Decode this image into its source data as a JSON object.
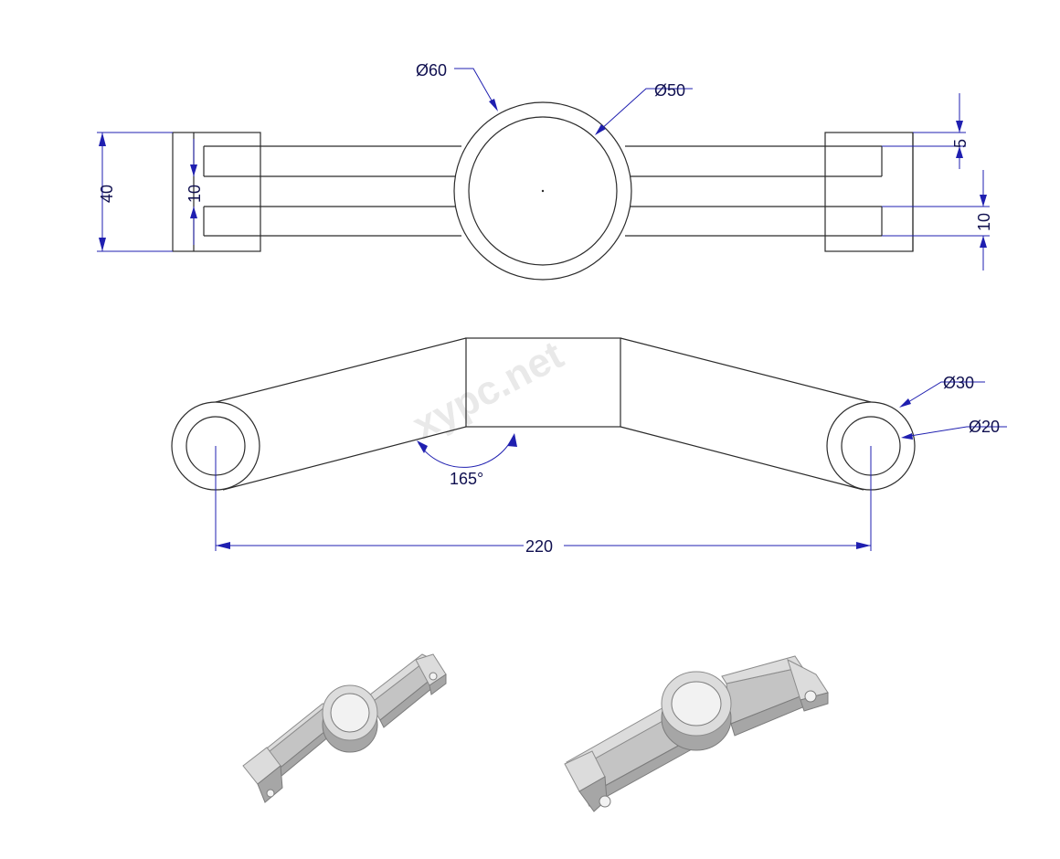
{
  "watermark": "xypc.net",
  "top_view": {
    "dims": {
      "outer_diameter": "Ø60",
      "inner_diameter": "Ø50",
      "overall_height": "40",
      "left_gap": "10",
      "right_gap_top": "5",
      "right_gap_bottom": "10"
    }
  },
  "front_view": {
    "dims": {
      "angle": "165°",
      "boss_outer": "Ø30",
      "boss_inner": "Ø20",
      "center_distance": "220"
    }
  }
}
